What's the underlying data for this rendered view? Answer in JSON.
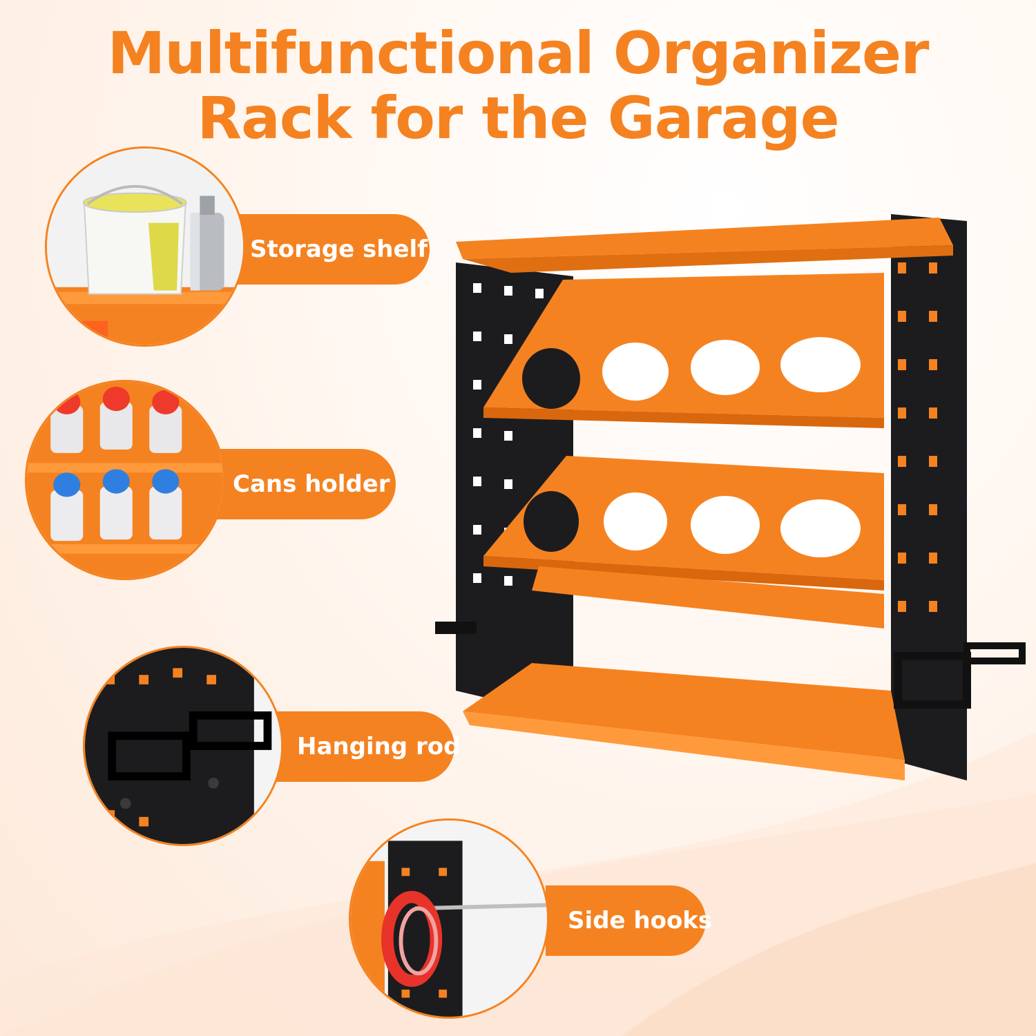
{
  "headline": {
    "line1": "Multifunctional Organizer",
    "line2": "Rack for the Garage"
  },
  "features": [
    {
      "label": "Storage shelf",
      "icon": "paint-bucket-icon"
    },
    {
      "label": "Cans holder",
      "icon": "spray-cans-icon"
    },
    {
      "label": "Hanging rod",
      "icon": "hanging-rod-icon"
    },
    {
      "label": "Side hooks",
      "icon": "tape-hook-icon"
    }
  ],
  "colors": {
    "accent": "#f58220",
    "panel": "#1c1c1e",
    "background": "#fff6ef"
  }
}
